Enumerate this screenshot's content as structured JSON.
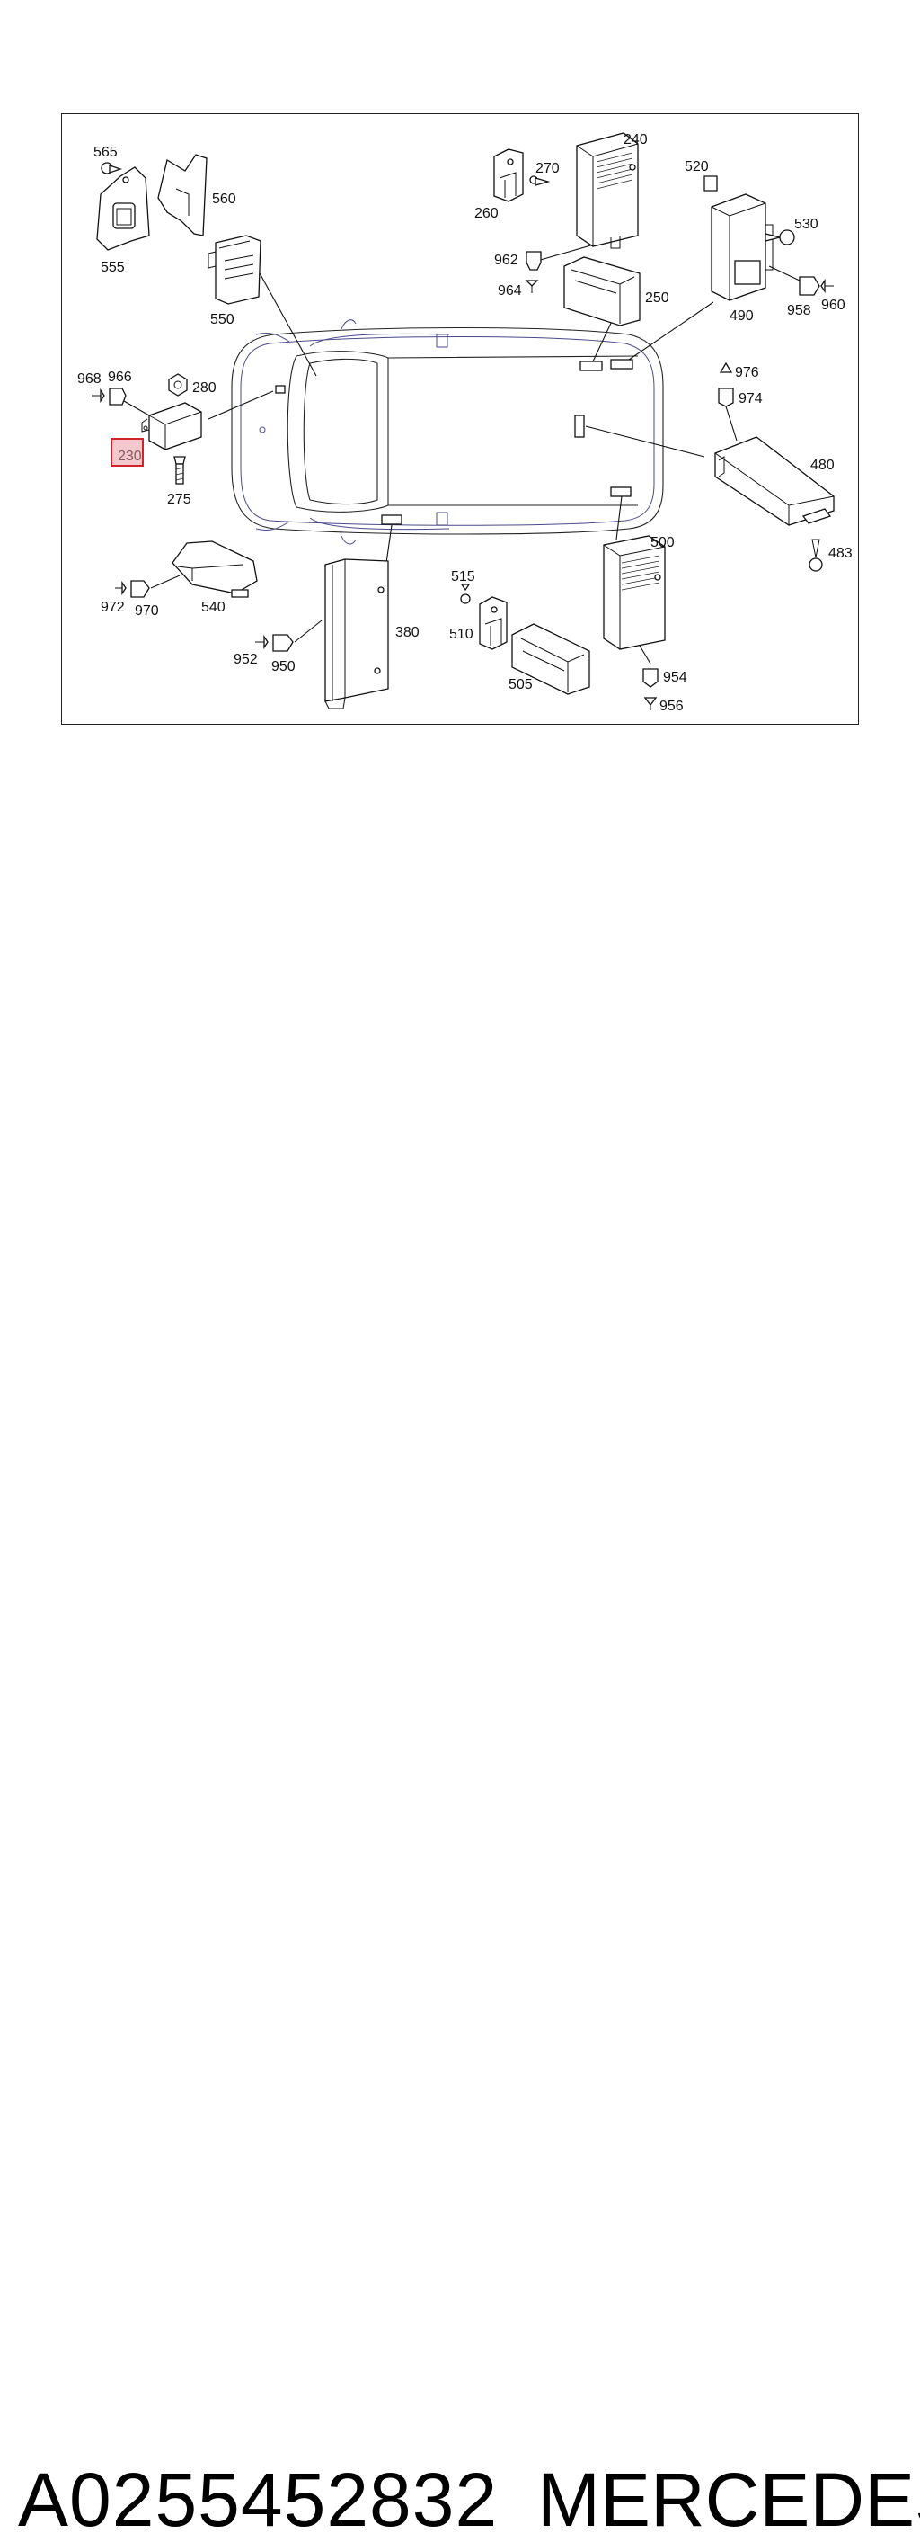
{
  "diagram": {
    "labels": {
      "p565": "565",
      "p555": "555",
      "p560": "560",
      "p550": "550",
      "p260": "260",
      "p270": "270",
      "p240": "240",
      "p962": "962",
      "p964": "964",
      "p250": "250",
      "p520": "520",
      "p530": "530",
      "p490": "490",
      "p958": "958",
      "p960": "960",
      "p968": "968",
      "p966": "966",
      "p280": "280",
      "p230": "230",
      "p275": "275",
      "p976": "976",
      "p974": "974",
      "p480": "480",
      "p483": "483",
      "p500": "500",
      "p954": "954",
      "p956": "956",
      "p515": "515",
      "p510": "510",
      "p505": "505",
      "p380": "380",
      "p952": "952",
      "p950": "950",
      "p972": "972",
      "p970": "970",
      "p540": "540"
    },
    "highlighted_part": "230",
    "highlight_color": "#d2232a"
  },
  "footer": {
    "part_number": "A0255452832",
    "brand": "MERCEDES"
  }
}
